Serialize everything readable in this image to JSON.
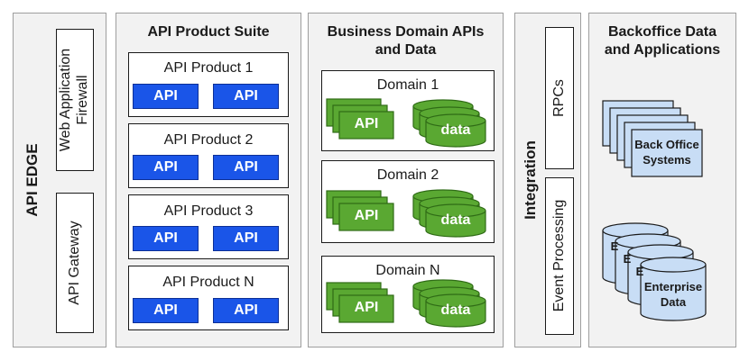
{
  "api_edge": {
    "title": "API EDGE",
    "waf_line1": "Web Application",
    "waf_line2": "Firewall",
    "gateway": "API Gateway"
  },
  "product_suite": {
    "title": "API Product Suite",
    "products": [
      {
        "name": "API Product 1",
        "apis": [
          "API",
          "API"
        ]
      },
      {
        "name": "API Product 2",
        "apis": [
          "API",
          "API"
        ]
      },
      {
        "name": "API Product 3",
        "apis": [
          "API",
          "API"
        ]
      },
      {
        "name": "API Product N",
        "apis": [
          "API",
          "API"
        ]
      }
    ]
  },
  "business_domain": {
    "title_line1": "Business Domain APIs",
    "title_line2": "and Data",
    "domains": [
      {
        "name": "Domain 1",
        "api": "API",
        "data": "data"
      },
      {
        "name": "Domain 2",
        "api": "API",
        "data": "data"
      },
      {
        "name": "Domain N",
        "api": "API",
        "data": "data"
      }
    ]
  },
  "integration": {
    "title": "Integration",
    "rpcs": "RPCs",
    "event_processing": "Event Processing"
  },
  "backoffice": {
    "title_line1": "Backoffice Data",
    "title_line2": "and Applications",
    "systems_line1": "Back Office",
    "systems_line2": "Systems",
    "data_line1": "Enterprise",
    "data_line2": "Data",
    "stack_partial": [
      "E",
      "E",
      "E"
    ]
  },
  "colors": {
    "api_blue": "#1a55e8",
    "domain_green": "#5aa832",
    "backoffice_blue": "#c8ddf5",
    "panel_gray": "#f2f2f2"
  }
}
